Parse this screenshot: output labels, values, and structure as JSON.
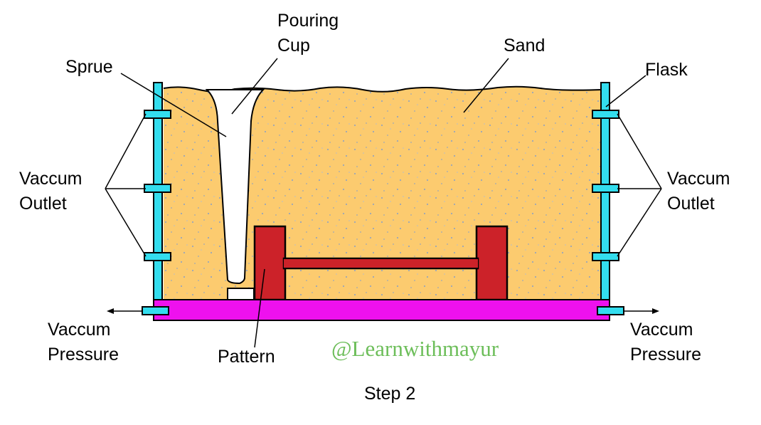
{
  "labels": {
    "pouring_cup_line1": "Pouring",
    "pouring_cup_line2": "Cup",
    "sand": "Sand",
    "sprue": "Sprue",
    "flask": "Flask",
    "vaccum_outlet_left_line1": "Vaccum",
    "vaccum_outlet_left_line2": "Outlet",
    "vaccum_outlet_right_line1": "Vaccum",
    "vaccum_outlet_right_line2": "Outlet",
    "vaccum_pressure_left_line1": "Vaccum",
    "vaccum_pressure_left_line2": "Pressure",
    "vaccum_pressure_right_line1": "Vaccum",
    "vaccum_pressure_right_line2": "Pressure",
    "pattern": "Pattern",
    "step": "Step 2"
  },
  "watermark": "@Learnwithmayur",
  "colors": {
    "sand": "#FCCB6F",
    "sand_speckle": "#9aa6b8",
    "flask": "#33DDEE",
    "base_plate": "#EE11EE",
    "pattern": "#CC2229",
    "watermark": "#6DBE5A",
    "outline": "#000000"
  }
}
